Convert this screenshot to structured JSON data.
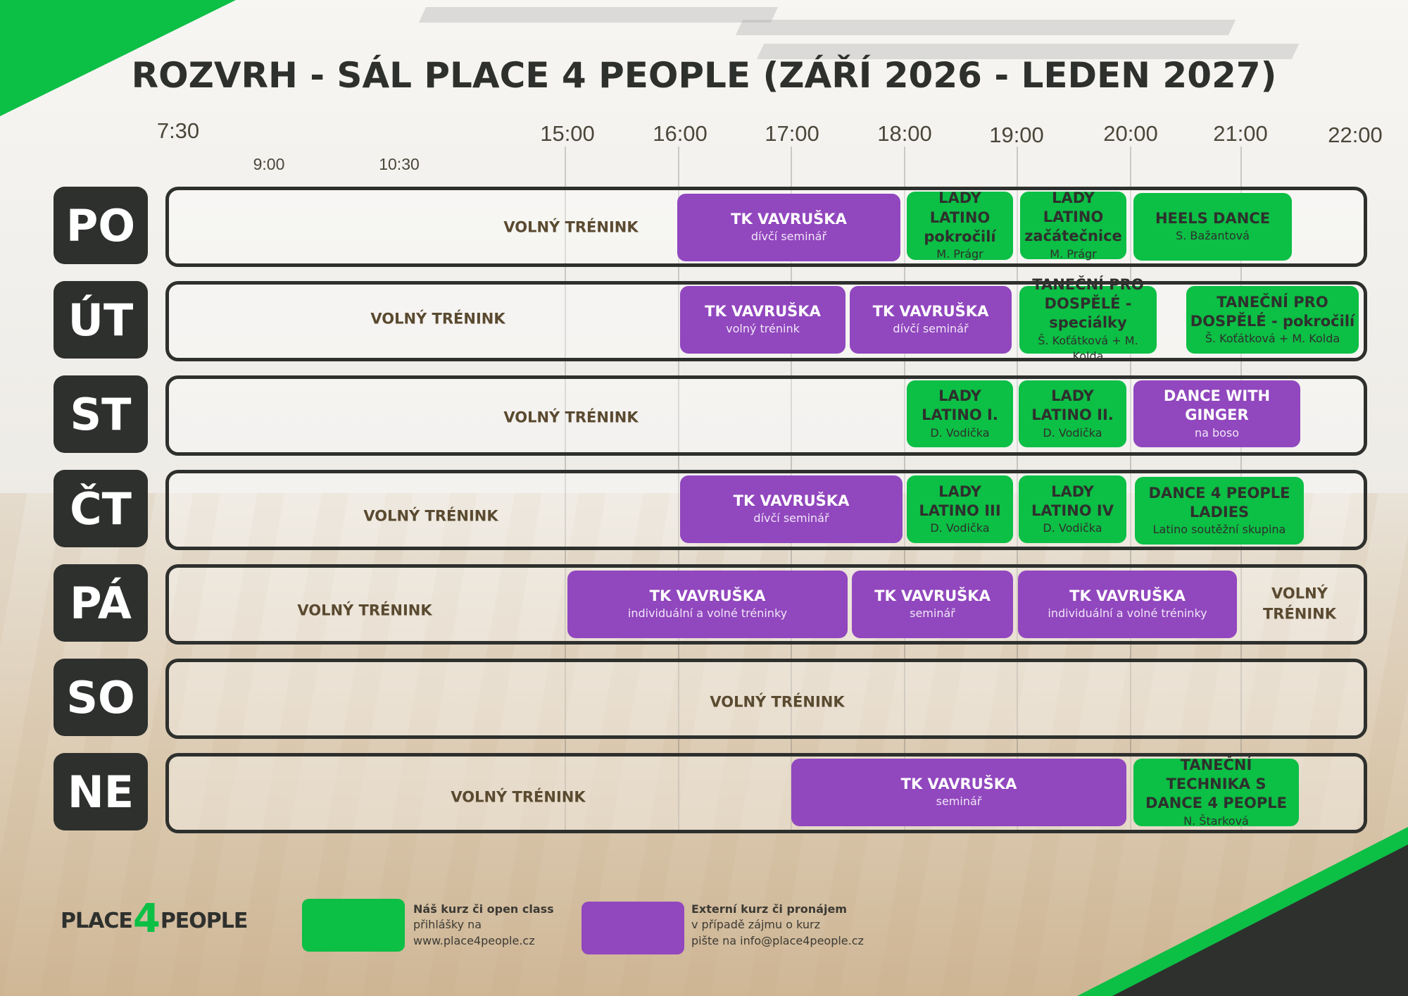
{
  "title": "ROZVRH - SÁL PLACE 4 PEOPLE (ZÁŘÍ 2026 - LEDEN 2027)",
  "colors": {
    "green": "#0cbf45",
    "purple": "#9147be",
    "dark": "#2e302d"
  },
  "times_major": [
    "7:30",
    "15:00",
    "16:00",
    "17:00",
    "18:00",
    "19:00",
    "20:00",
    "21:00",
    "22:00"
  ],
  "times_minor": [
    "9:00",
    "10:30"
  ],
  "days": [
    {
      "label": "PO",
      "free": [
        "VOLNÝ TRÉNINK"
      ],
      "blocks": [
        {
          "type": "purple",
          "title": "TK VAVRUŠKA",
          "sub": "dívčí seminář"
        },
        {
          "type": "green",
          "title": "LADY LATINO pokročilí",
          "sub": "M. Prágr"
        },
        {
          "type": "green",
          "title": "LADY LATINO začátečnice",
          "sub": "M. Prágr"
        },
        {
          "type": "green",
          "title": "HEELS DANCE",
          "sub": "S. Bažantová"
        }
      ]
    },
    {
      "label": "ÚT",
      "free": [
        "VOLNÝ TRÉNINK"
      ],
      "blocks": [
        {
          "type": "purple",
          "title": "TK VAVRUŠKA",
          "sub": "volný trénink"
        },
        {
          "type": "purple",
          "title": "TK VAVRUŠKA",
          "sub": "dívčí seminář"
        },
        {
          "type": "green",
          "title": "TANEČNÍ PRO DOSPĚLÉ - speciálky",
          "sub": "Š. Koťátková + M. Kolda"
        },
        {
          "type": "green",
          "title": "TANEČNÍ PRO DOSPĚLÉ - pokročilí",
          "sub": "Š. Koťátková + M. Kolda"
        }
      ]
    },
    {
      "label": "ST",
      "free": [
        "VOLNÝ TRÉNINK"
      ],
      "blocks": [
        {
          "type": "green",
          "title": "LADY LATINO I.",
          "sub": "D. Vodička"
        },
        {
          "type": "green",
          "title": "LADY LATINO II.",
          "sub": "D. Vodička"
        },
        {
          "type": "purple",
          "title": "DANCE WITH GINGER",
          "sub": "na boso"
        }
      ]
    },
    {
      "label": "ČT",
      "free": [
        "VOLNÝ TRÉNINK"
      ],
      "blocks": [
        {
          "type": "purple",
          "title": "TK VAVRUŠKA",
          "sub": "dívčí seminář"
        },
        {
          "type": "green",
          "title": "LADY LATINO III",
          "sub": "D. Vodička"
        },
        {
          "type": "green",
          "title": "LADY LATINO IV",
          "sub": "D. Vodička"
        },
        {
          "type": "green",
          "title": "DANCE 4 PEOPLE LADIES",
          "sub": "Latino soutěžní skupina"
        }
      ]
    },
    {
      "label": "PÁ",
      "free": [
        "VOLNÝ TRÉNINK",
        "VOLNÝ TRÉNINK"
      ],
      "blocks": [
        {
          "type": "purple",
          "title": "TK VAVRUŠKA",
          "sub": "individuální a volné tréninky"
        },
        {
          "type": "purple",
          "title": "TK VAVRUŠKA",
          "sub": "seminář"
        },
        {
          "type": "purple",
          "title": "TK VAVRUŠKA",
          "sub": "individuální a volné tréninky"
        }
      ]
    },
    {
      "label": "SO",
      "free": [
        "VOLNÝ TRÉNINK"
      ],
      "blocks": []
    },
    {
      "label": "NE",
      "free": [
        "VOLNÝ TRÉNINK"
      ],
      "blocks": [
        {
          "type": "purple",
          "title": "TK VAVRUŠKA",
          "sub": "seminář"
        },
        {
          "type": "green",
          "title": "TANEČNÍ TECHNIKA S DANCE 4 PEOPLE",
          "sub": "N. Štarková"
        }
      ]
    }
  ],
  "logo": {
    "left": "PLACE",
    "mid": "4",
    "right": "PEOPLE"
  },
  "legend": [
    {
      "type": "green",
      "title": "Náš kurz či open class",
      "line2": "přihlášky na",
      "line3": "www.place4people.cz"
    },
    {
      "type": "purple",
      "title": "Externí kurz či pronájem",
      "line2": "v případě zájmu o kurz",
      "line3": "pište na info@place4people.cz"
    }
  ]
}
